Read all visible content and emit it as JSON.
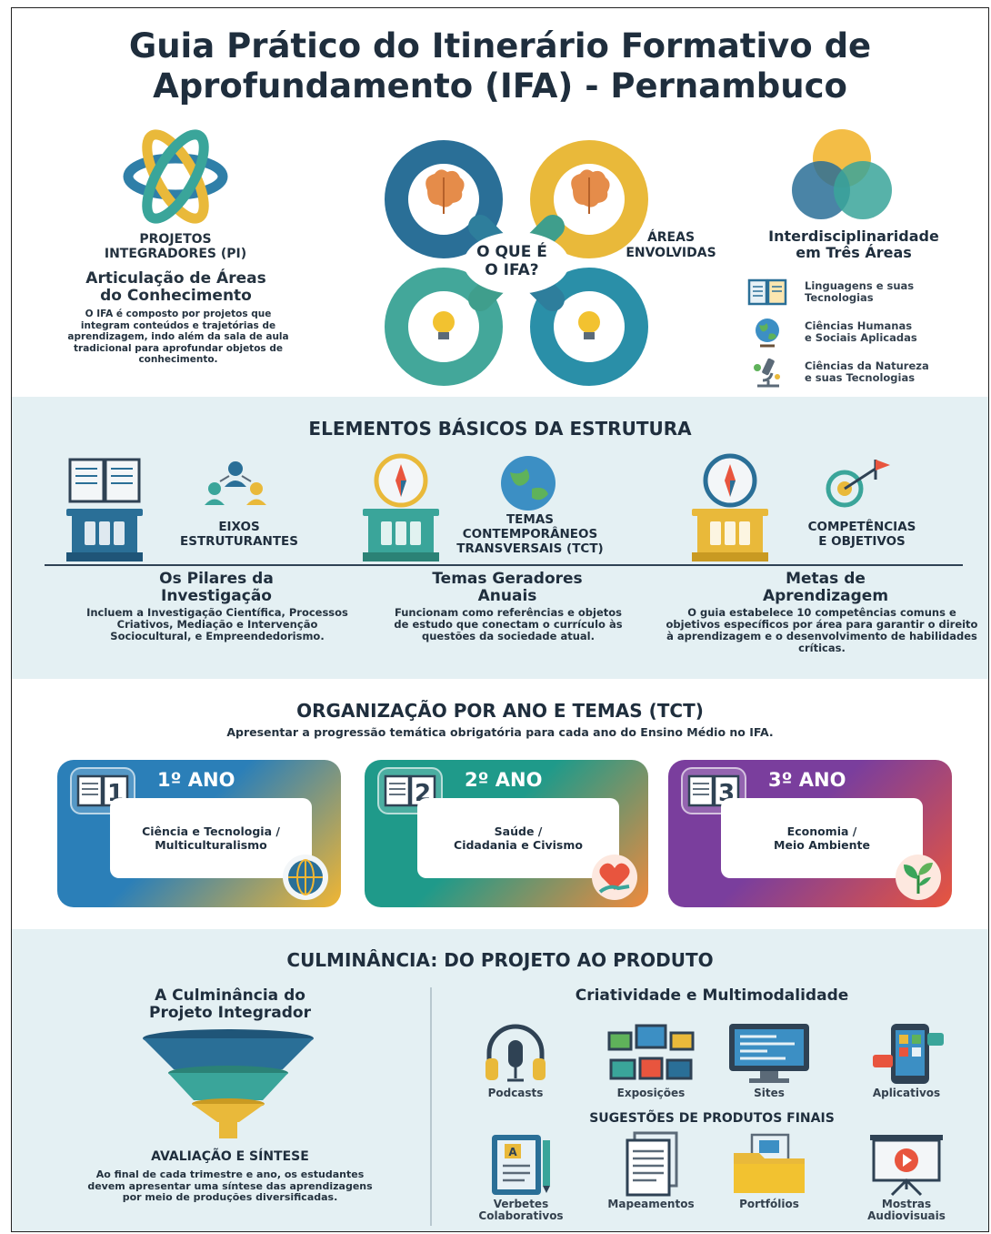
{
  "title_line1": "Guia Prático do Itinerário Formativo de",
  "title_line2": "Aprofundamento (IFA) - Pernambuco",
  "intro": {
    "pi_title_line1": "PROJETOS",
    "pi_title_line2": "INTEGRADORES (PI)",
    "pi_subtitle_line1": "Articulação de Áreas",
    "pi_subtitle_line2": "do Conhecimento",
    "pi_description": "O IFA é composto por projetos que integram conteúdos e trajetórias de aprendizagem, indo além da sala de aula tradicional para aprofundar objetos de conhecimento.",
    "center_question_line1": "O QUE É",
    "center_question_line2": "O IFA?",
    "areas_label_line1": "ÁREAS",
    "areas_label_line2": "ENVOLVIDAS",
    "interdisciplinarity_line1": "Interdisciplinaridade",
    "interdisciplinarity_line2": "em Três Áreas",
    "areas": [
      {
        "line1": "Linguagens e suas",
        "line2": "Tecnologias",
        "icon": "book-icon"
      },
      {
        "line1": "Ciências Humanas",
        "line2": "e Sociais Aplicadas",
        "icon": "globe-icon"
      },
      {
        "line1": "Ciências da Natureza",
        "line2": "e suas Tecnologias",
        "icon": "microscope-icon"
      }
    ]
  },
  "structure": {
    "title": "ELEMENTOS BÁSICOS DA ESTRUTURA",
    "pillar_labels": [
      {
        "line1": "EIXOS",
        "line2": "ESTRUTURANTES",
        "line3": ""
      },
      {
        "line1": "TEMAS",
        "line2": "CONTEMPORÂNEOS",
        "line3": "TRANSVERSAIS (TCT)"
      },
      {
        "line1": "COMPETÊNCIAS",
        "line2": "E OBJETIVOS",
        "line3": ""
      }
    ],
    "columns": [
      {
        "heading_line1": "Os Pilares da",
        "heading_line2": "Investigação",
        "text": "Incluem a Investigação Científica, Processos Criativos, Mediação e Intervenção Sociocultural, e Empreendedorismo."
      },
      {
        "heading_line1": "Temas Geradores",
        "heading_line2": "Anuais",
        "text": "Funcionam como referências e objetos de estudo que conectam o currículo às questões da sociedade atual."
      },
      {
        "heading_line1": "Metas de",
        "heading_line2": "Aprendizagem",
        "text": "O guia estabelece 10 competências comuns e objetivos específicos por área para garantir o direito à aprendizagem e o desenvolvimento de habilidades críticas."
      }
    ]
  },
  "years": {
    "title": "ORGANIZAÇÃO POR ANO E TEMAS (TCT)",
    "subtitle": "Apresentar a progressão temática obrigatória para cada ano do Ensino Médio no IFA.",
    "cards": [
      {
        "label": "1º ANO",
        "number": "1",
        "theme_line1": "Ciência e Tecnologia /",
        "theme_line2": "Multiculturalismo",
        "color1": "#2b7fb8",
        "color2": "#f2b632"
      },
      {
        "label": "2º ANO",
        "number": "2",
        "theme_line1": "Saúde /",
        "theme_line2": "Cidadania e Civismo",
        "color1": "#1f9a8a",
        "color2": "#f08a3c"
      },
      {
        "label": "3º ANO",
        "number": "3",
        "theme_line1": "Economia /",
        "theme_line2": "Meio Ambiente",
        "color1": "#7a3e9d",
        "color2": "#e8553e"
      }
    ]
  },
  "culmination": {
    "title": "CULMINÂNCIA: DO PROJETO AO PRODUTO",
    "left_heading_line1": "A Culminância do",
    "left_heading_line2": "Projeto Integrador",
    "eval_title": "AVALIAÇÃO E SÍNTESE",
    "eval_text": "Ao final de cada trimestre e ano, os estudantes devem apresentar uma síntese das aprendizagens por meio de produções diversificadas.",
    "right_heading": "Criatividade e Multimodalidade",
    "suggestions_title": "SUGESTÕES DE PRODUTOS FINAIS",
    "products_row1": [
      {
        "line1": "Podcasts",
        "line2": "",
        "icon": "headphones-icon"
      },
      {
        "line1": "Exposições",
        "line2": "",
        "icon": "gallery-icon"
      },
      {
        "line1": "Sites",
        "line2": "",
        "icon": "monitor-icon"
      },
      {
        "line1": "Aplicativos",
        "line2": "",
        "icon": "smartphone-icon"
      }
    ],
    "products_row2": [
      {
        "line1": "Verbetes",
        "line2": "Colaborativos",
        "icon": "notebook-icon"
      },
      {
        "line1": "Mapeamentos",
        "line2": "",
        "icon": "documents-icon"
      },
      {
        "line1": "Portfólios",
        "line2": "",
        "icon": "folder-icon"
      },
      {
        "line1": "Mostras",
        "line2": "Audiovisuais",
        "icon": "presentation-icon"
      }
    ]
  }
}
